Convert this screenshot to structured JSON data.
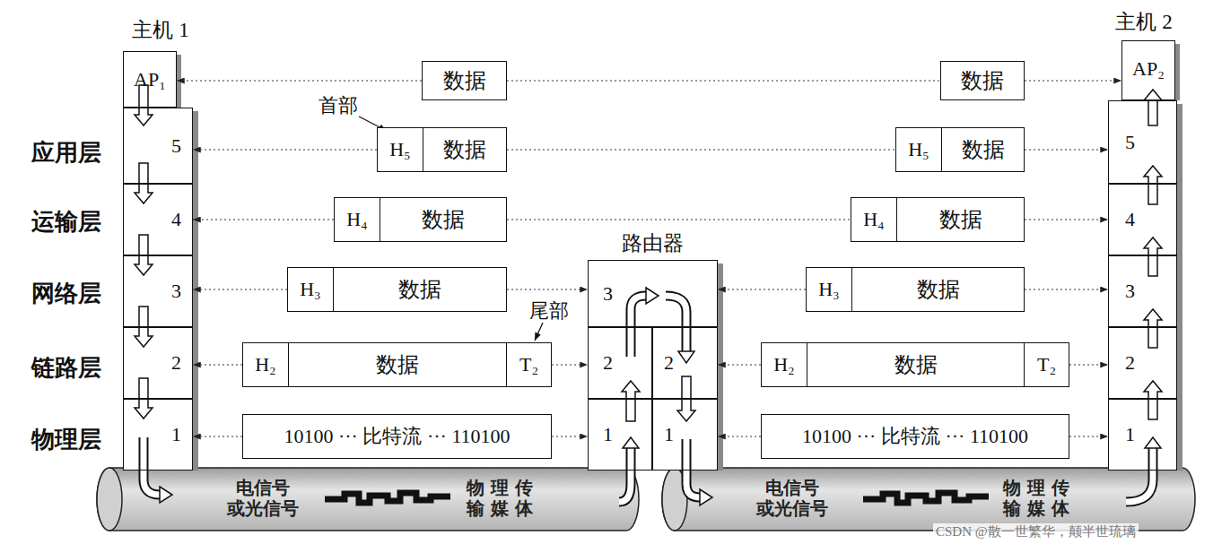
{
  "diagram": {
    "nodes": [
      {
        "text": [
          "主机 1"
        ]
      },
      {
        "text": [
          "AP₁"
        ],
        "in": 0
      },
      {
        "text": [
          "5"
        ],
        "in": 0
      },
      {
        "text": [
          "4"
        ],
        "in": 0
      },
      {
        "text": [
          "3"
        ],
        "in": 0
      },
      {
        "text": [
          "2"
        ],
        "in": 0
      },
      {
        "text": [
          "1"
        ],
        "in": 0
      },
      {
        "text": [
          "路由器"
        ]
      },
      {
        "text": [
          "3"
        ],
        "in": 7
      },
      {
        "text": [
          "2"
        ],
        "in": 7
      },
      {
        "text": [
          "2"
        ],
        "in": 7
      },
      {
        "text": [
          "1"
        ],
        "in": 7
      },
      {
        "text": [
          "1"
        ],
        "in": 7
      },
      {
        "text": [
          "主机 2"
        ]
      },
      {
        "text": [
          "AP₂"
        ],
        "in": 13
      },
      {
        "text": [
          "5"
        ],
        "in": 13
      },
      {
        "text": [
          "4"
        ],
        "in": 13
      },
      {
        "text": [
          "3"
        ],
        "in": 13
      },
      {
        "text": [
          "2"
        ],
        "in": 13
      },
      {
        "text": [
          "1"
        ],
        "in": 13
      },
      {
        "text": [
          "数据"
        ]
      },
      {
        "text": [
          "H₅",
          "数据"
        ]
      },
      {
        "text": [
          "H₄",
          "数据"
        ]
      },
      {
        "text": [
          "H₃",
          "数据"
        ]
      },
      {
        "text": [
          "H₂",
          "数据",
          "T₂"
        ]
      },
      {
        "text": [
          "10100 ··· 比特流 ··· 110100"
        ]
      },
      {
        "text": [
          "数据"
        ]
      },
      {
        "text": [
          "H₅",
          "数据"
        ]
      },
      {
        "text": [
          "H₄",
          "数据"
        ]
      },
      {
        "text": [
          "H₃",
          "数据"
        ]
      },
      {
        "text": [
          "H₂",
          "数据",
          "T₂"
        ]
      },
      {
        "text": [
          "10100 ··· 比特流 ··· 110100"
        ]
      },
      {
        "text": [
          "电信号 或光信号",
          "物理传 输媒体"
        ]
      },
      {
        "text": [
          "电信号 或光信号",
          "物理传 输媒体"
        ]
      }
    ],
    "edges": [
      {
        "from": 20,
        "to": 1,
        "arrow": "to"
      },
      {
        "from": 20,
        "to": 26,
        "arrow": "none"
      },
      {
        "from": 26,
        "to": 14,
        "arrow": "to"
      },
      {
        "from": 21,
        "to": 2,
        "arrow": "to"
      },
      {
        "from": 21,
        "to": 27,
        "arrow": "none"
      },
      {
        "from": 27,
        "to": 15,
        "arrow": "to"
      },
      {
        "from": 22,
        "to": 3,
        "arrow": "to"
      },
      {
        "from": 22,
        "to": 28,
        "arrow": "none"
      },
      {
        "from": 28,
        "to": 16,
        "arrow": "to"
      },
      {
        "from": 23,
        "to": 4,
        "arrow": "to"
      },
      {
        "from": 23,
        "to": 8,
        "arrow": "to"
      },
      {
        "from": 29,
        "to": 8,
        "arrow": "to"
      },
      {
        "from": 29,
        "to": 17,
        "arrow": "to"
      },
      {
        "from": 24,
        "to": 5,
        "arrow": "to"
      },
      {
        "from": 24,
        "to": 9,
        "arrow": "to"
      },
      {
        "from": 30,
        "to": 10,
        "arrow": "to"
      },
      {
        "from": 30,
        "to": 18,
        "arrow": "to"
      },
      {
        "from": 25,
        "to": 6,
        "arrow": "to"
      },
      {
        "from": 25,
        "to": 11,
        "arrow": "to"
      },
      {
        "from": 31,
        "to": 12,
        "arrow": "to"
      },
      {
        "from": 31,
        "to": 19,
        "arrow": "to"
      }
    ],
    "labels": [
      "应用层",
      "运输层",
      "网络层",
      "链路层",
      "物理层",
      "首部",
      "尾部",
      "CSDN @散一世繁华，颠半世琉璃"
    ]
  }
}
